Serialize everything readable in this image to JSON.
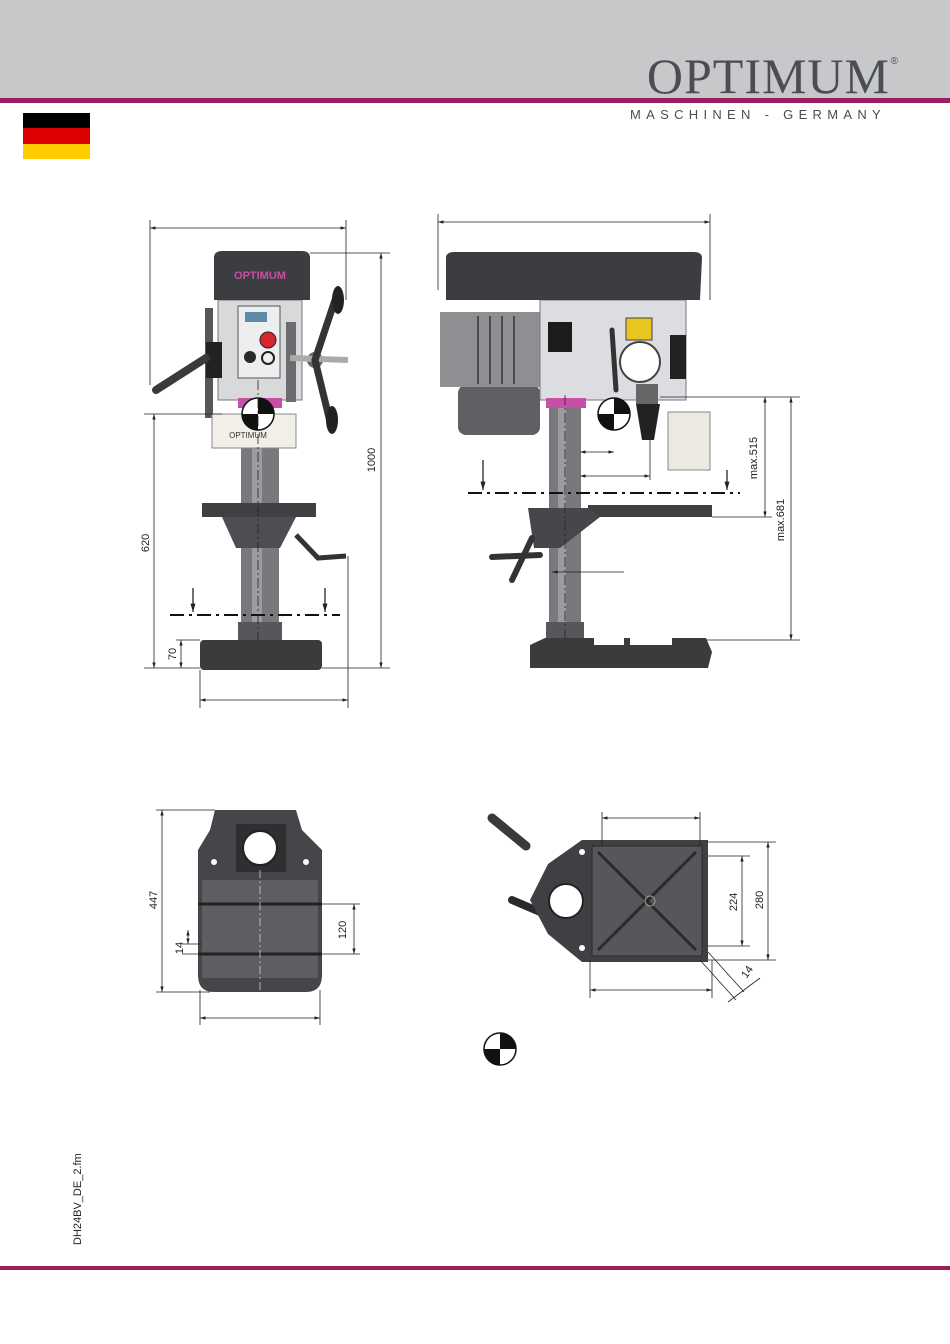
{
  "header": {
    "brand": "OPTIMUM",
    "registered": "®",
    "tagline": "MASCHINEN - GERMANY"
  },
  "flag": {
    "colors": [
      "#000000",
      "#dd0000",
      "#ffcc00"
    ]
  },
  "machine_label": "OPTIMUM",
  "dimensions": {
    "total_height": "1000",
    "table_height": "620",
    "base_height": "70",
    "max_515": "max.515",
    "max_681": "max.681",
    "base_depth": "447",
    "slot_pitch": "120",
    "slot_width": "14",
    "table_224": "224",
    "table_280": "280",
    "table_slot_14": "14"
  },
  "colors": {
    "accent": "#9a1f61",
    "machine_dark": "#3a3b3d",
    "machine_mid": "#6c6e70",
    "highlight": "#c74fa5"
  },
  "footer": {
    "filename": "DH24BV_DE_2.fm"
  }
}
